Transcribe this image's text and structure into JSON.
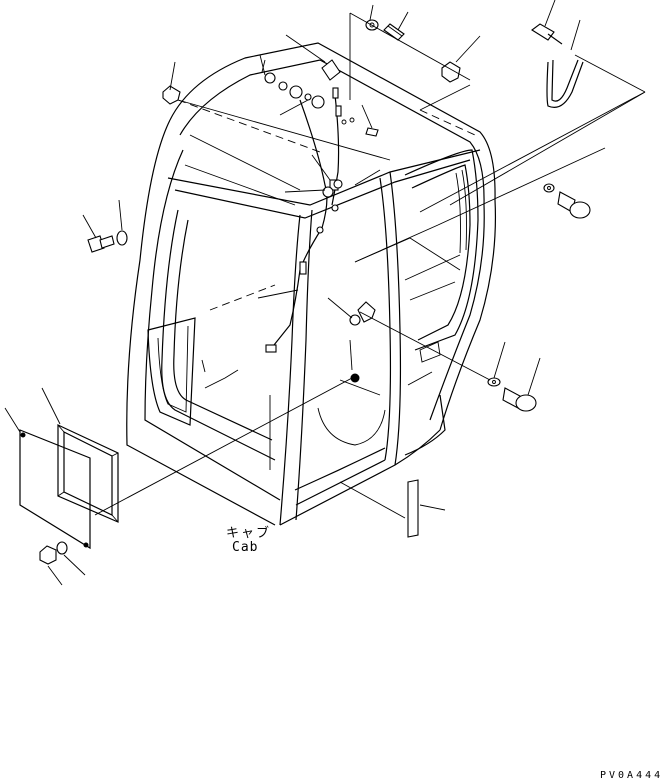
{
  "labels": {
    "cab_japanese": "キャブ",
    "cab_english": "Cab",
    "drawing_code": "PV0A444"
  }
}
